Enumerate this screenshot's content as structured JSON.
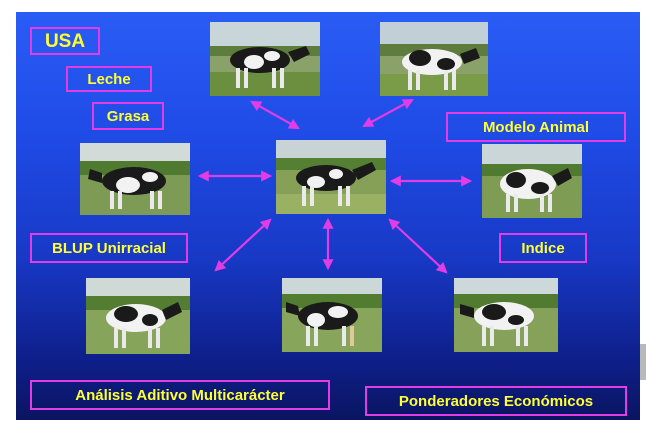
{
  "labels": {
    "usa": "USA",
    "leche": "Leche",
    "grasa": "Grasa",
    "modelo_animal": "Modelo Animal",
    "blup": "BLUP Unirracial",
    "indice": "Indice",
    "analisis": "Análisis  Aditivo Multicarácter",
    "ponderadores": "Ponderadores Económicos"
  },
  "colors": {
    "label_text": "#ffff33",
    "label_border": "#e23ce6",
    "arrow": "#e23ce6",
    "background_top": "#2a5df5",
    "background_bottom": "#0a1560"
  },
  "photos": [
    "cow-photo-top-left",
    "cow-photo-top-right",
    "cow-photo-middle-left",
    "cow-photo-center",
    "cow-photo-middle-right",
    "cow-photo-bottom-left",
    "cow-photo-bottom-center",
    "cow-photo-bottom-right"
  ]
}
